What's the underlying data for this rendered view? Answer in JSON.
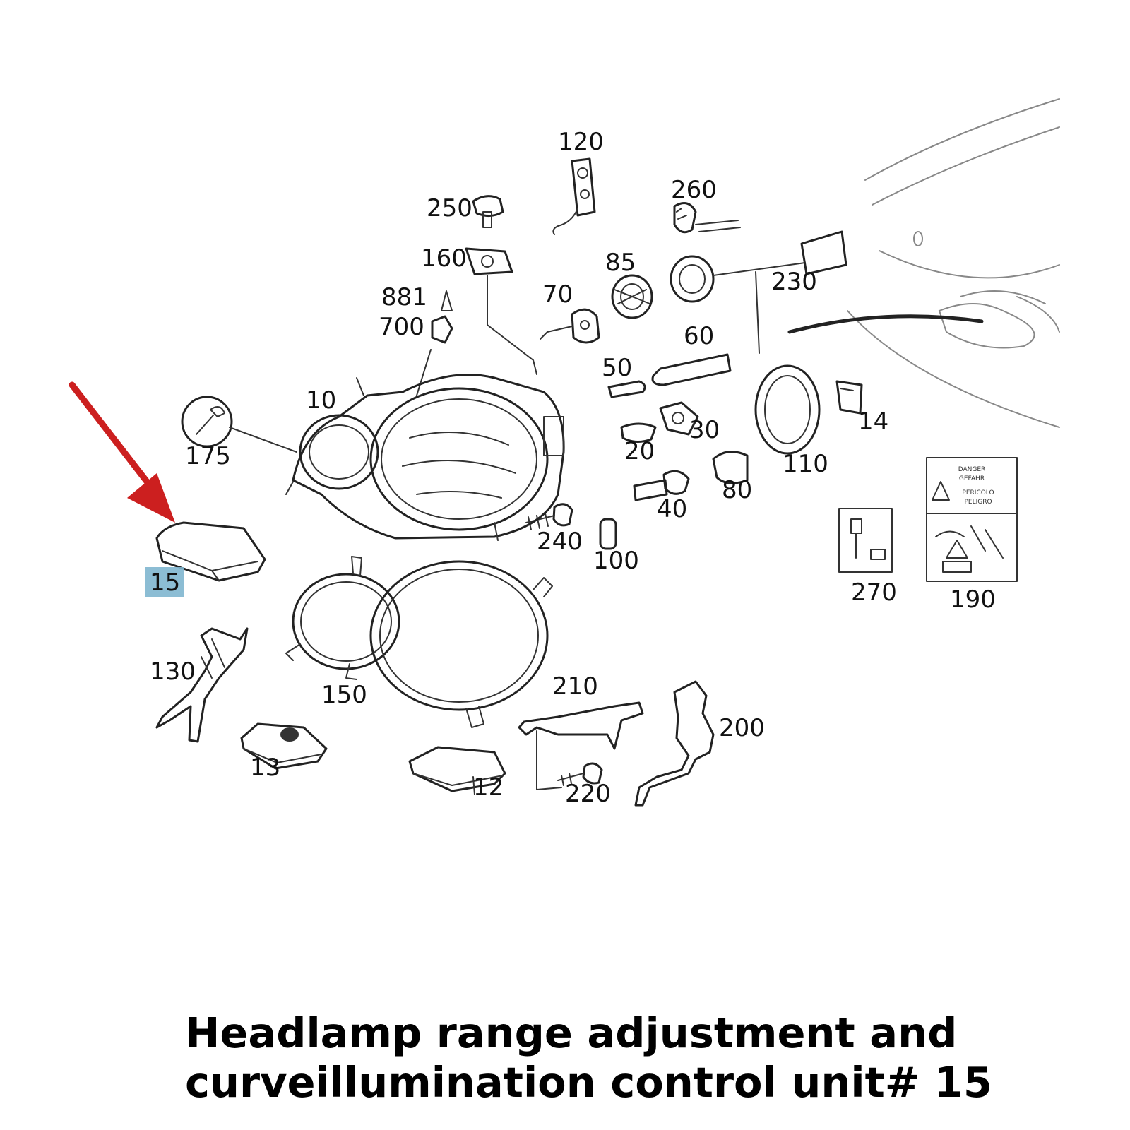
{
  "caption": {
    "line1": "Headlamp range adjustment and",
    "line2": "curveillumination control unit# 15"
  },
  "highlight_part": "15",
  "colors": {
    "arrow": "#cc1f1f",
    "highlight": "#7fb6cf"
  },
  "part_labels": {
    "p120": "120",
    "p260": "260",
    "p250": "250",
    "p160": "160",
    "p85": "85",
    "p230": "230",
    "p881": "881",
    "p70": "70",
    "p700": "700",
    "p60": "60",
    "p50": "50",
    "p10": "10",
    "p14": "14",
    "p30": "30",
    "p175": "175",
    "p20": "20",
    "p110": "110",
    "p80": "80",
    "p40": "40",
    "p240": "240",
    "p100": "100",
    "p15": "15",
    "p270": "270",
    "p190": "190",
    "p130": "130",
    "p150": "150",
    "p210": "210",
    "p200": "200",
    "p13": "13",
    "p12": "12",
    "p220": "220"
  },
  "warning_label": {
    "line1": "DANGER",
    "line2": "GEFAHR",
    "line3": "PERICOLO",
    "line4": "PELIGRO"
  }
}
